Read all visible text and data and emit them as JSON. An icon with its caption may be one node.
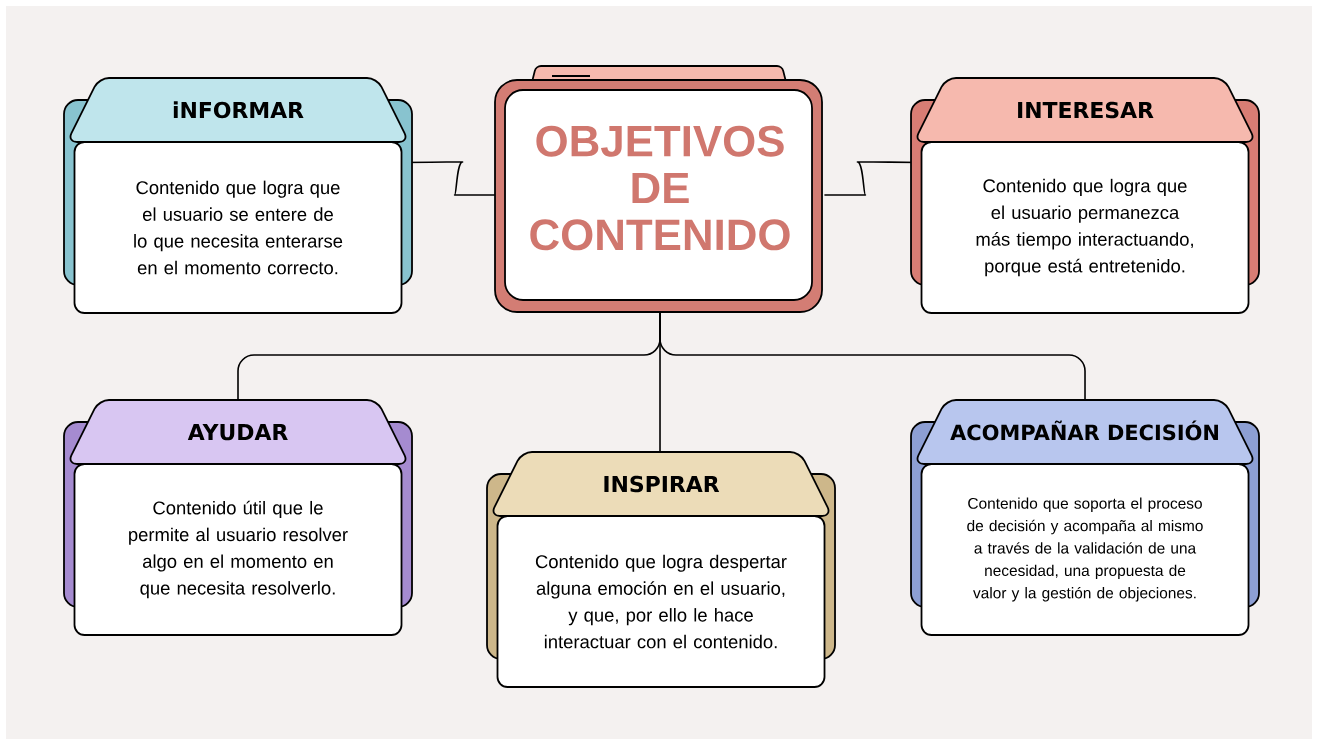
{
  "diagram": {
    "nodes": [
      {
        "text": [
          "OBJETIVOS DE CONTENIDO"
        ]
      },
      {
        "text": [
          "iNFORMAR",
          "Contenido que logra que el usuario se entere de lo que necesita enterarse en el momento correcto."
        ]
      },
      {
        "text": [
          "INTERESAR",
          "Contenido que logra que el usuario permanezca más tiempo interactuando, porque está entretenido."
        ]
      },
      {
        "text": [
          "AYUDAR",
          "Contenido útil que le permite al usuario resolver algo en el momento en que necesita resolverlo."
        ]
      },
      {
        "text": [
          "INSPIRAR",
          "Contenido que logra despertar alguna emoción en el usuario, y que, por ello le hace interactuar con el contenido."
        ]
      },
      {
        "text": [
          "ACOMPAÑAR DECISIÓN",
          "Contenido que soporta el proceso de decisión y acompaña al mismo a través de la validación de una necesidad, una propuesta de valor y la gestión de objeciones."
        ]
      }
    ],
    "edges": [
      {
        "from": 0,
        "to": 1,
        "arrow": "none"
      },
      {
        "from": 0,
        "to": 2,
        "arrow": "none"
      },
      {
        "from": 0,
        "to": 3,
        "arrow": "none"
      },
      {
        "from": 0,
        "to": 4,
        "arrow": "none"
      },
      {
        "from": 0,
        "to": 5,
        "arrow": "none"
      }
    ]
  }
}
